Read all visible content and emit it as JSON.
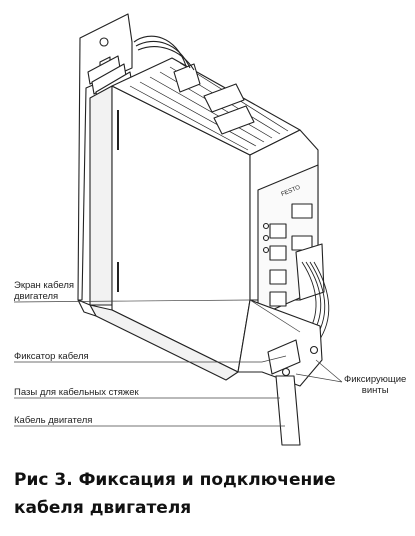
{
  "labels": {
    "motor_cable_screen": [
      "Экран кабеля",
      "двигателя"
    ],
    "cable_clamp": "Фиксатор кабеля",
    "cable_tie_slots": "Пазы для кабельных стяжек",
    "motor_cable": "Кабель двигателя",
    "fixing_screws": [
      "Фиксирующие",
      "винты"
    ]
  },
  "brand": "FESTO",
  "caption": {
    "line1": "Рис 3. Фиксация и подключение",
    "line2": "кабеля двигателя"
  }
}
